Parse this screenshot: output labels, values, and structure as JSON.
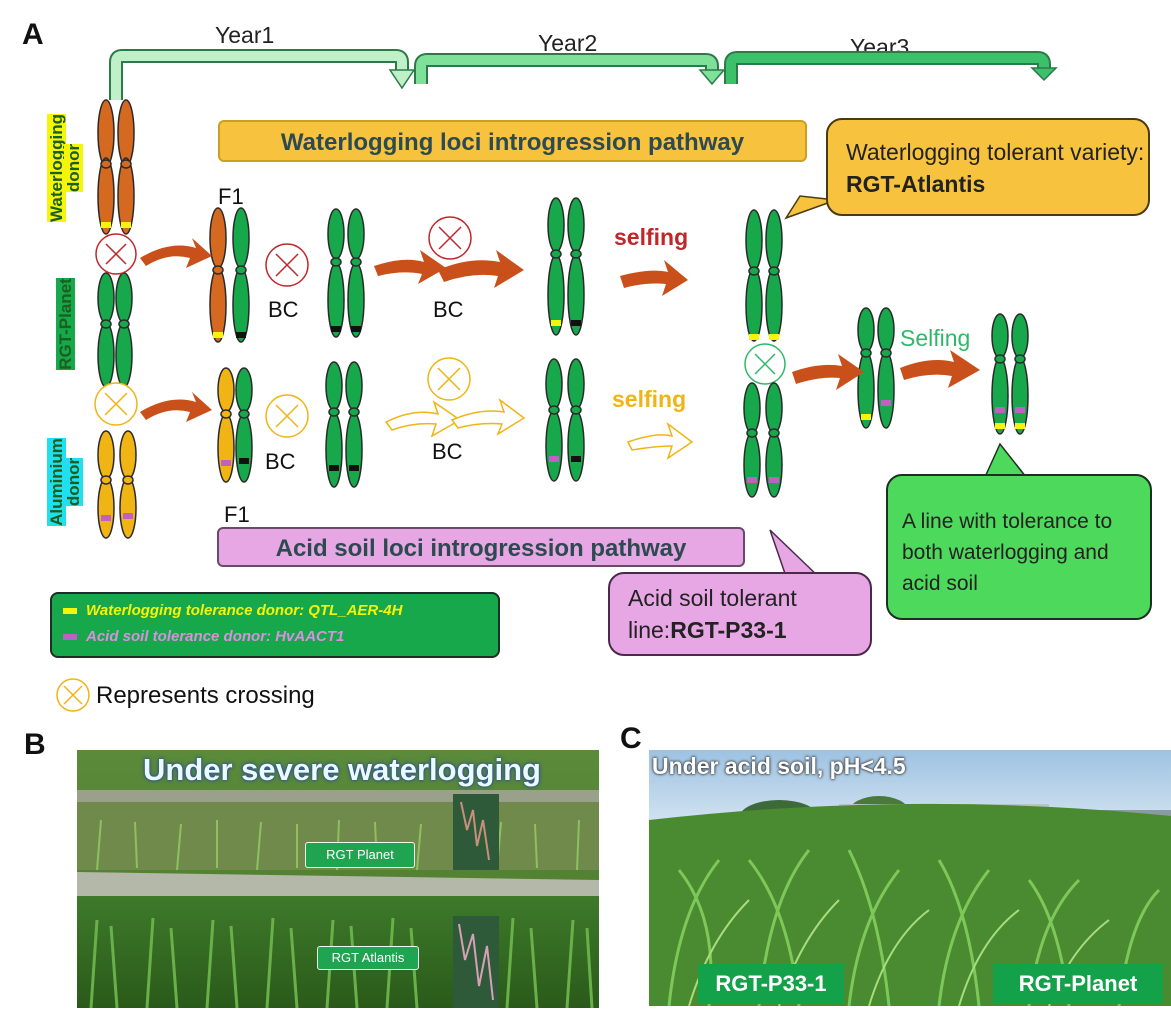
{
  "panels": {
    "a": "A",
    "b": "B",
    "c": "C"
  },
  "years": [
    "Year1",
    "Year2",
    "Year3"
  ],
  "donors": {
    "waterlogging": "Waterlogging donor",
    "planet": "RGT-Planet",
    "aluminium": "Aluminium donor"
  },
  "pathways": {
    "waterlogging": "Waterlogging loci introgression pathway",
    "acid": "Acid soil loci introgression pathway"
  },
  "generation_labels": {
    "f1_top": "F1",
    "f1_bottom": "F1",
    "bc": "BC"
  },
  "selfing": {
    "top": "selfing",
    "bottom": "selfing",
    "final": "Selfing"
  },
  "callouts": {
    "atlantis_prefix": "Waterlogging tolerant variety: ",
    "atlantis_name": "RGT-Atlantis",
    "p33_prefix": "Acid soil tolerant line:",
    "p33_name": "RGT-P33-1",
    "both": "A line with tolerance to both waterlogging and acid soil"
  },
  "legend": {
    "waterlogging": "Waterlogging tolerance donor: QTL_AER-4H",
    "acid": "Acid soil tolerance donor: HvAACT1",
    "crossing": "Represents crossing"
  },
  "photo_b": {
    "title": "Under severe waterlogging",
    "tag_top": "RGT Planet",
    "tag_bottom": "RGT Atlantis"
  },
  "photo_c": {
    "title": "Under acid soil, pH<4.5",
    "tag_left": "RGT-P33-1",
    "tag_right": "RGT-Planet"
  },
  "colors": {
    "green": "#17a84b",
    "orange": "#d4691f",
    "gold": "#f0b414",
    "yellow_marker": "#f5f50a",
    "pink_marker": "#c060c0",
    "black_marker": "#111111",
    "cross_red": "#c0262a",
    "cross_gold": "#f0b414",
    "cross_green": "#2fb86a",
    "arrow_orange": "#c9501a",
    "year_arrow": "#3cc06a"
  }
}
